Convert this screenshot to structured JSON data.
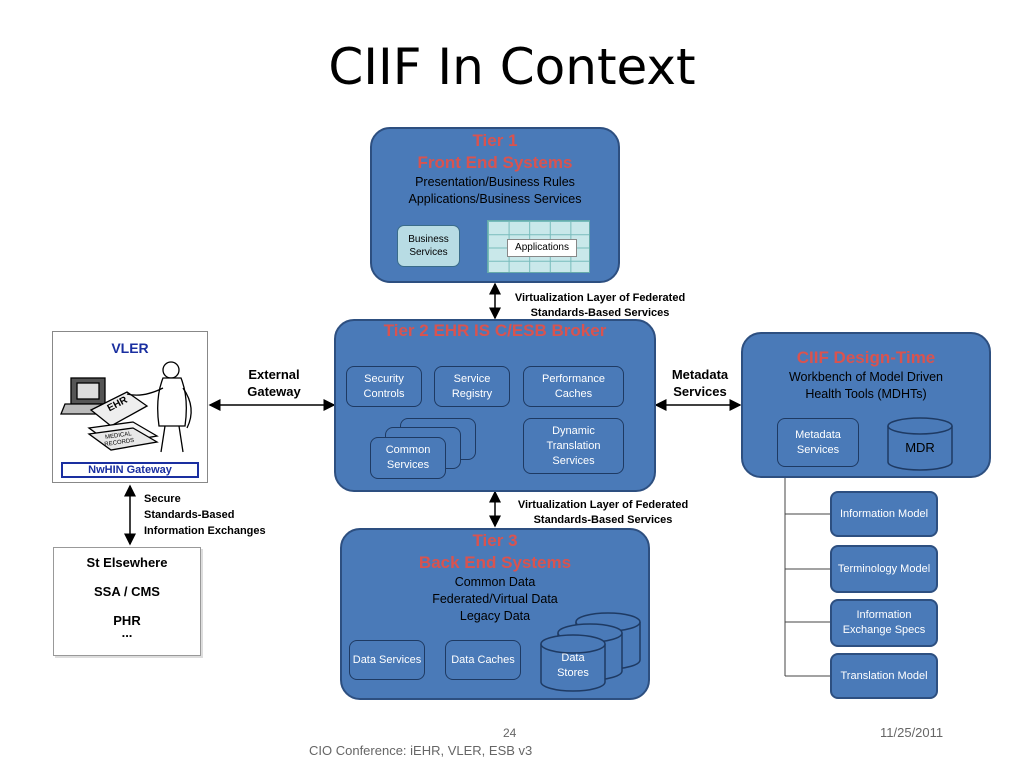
{
  "title": "CIIF In Context",
  "tier1": {
    "heading1": "Tier 1",
    "heading2": "Front End Systems",
    "line1": "Presentation/Business Rules",
    "line2": "Applications/Business Services",
    "business_services": "Business Services",
    "applications": "Applications"
  },
  "virt_top": {
    "line1": "Virtualization Layer of Federated",
    "line2": "Standards-Based Services"
  },
  "tier2": {
    "heading": "Tier 2 EHR IS C/ESB Broker",
    "security_controls": "Security Controls",
    "service_registry": "Service Registry",
    "performance_caches": "Performance Caches",
    "common_services": "Common Services",
    "dynamic_translation": "Dynamic Translation Services"
  },
  "virt_bottom": {
    "line1": "Virtualization Layer of Federated",
    "line2": "Standards-Based Services"
  },
  "tier3": {
    "heading1": "Tier 3",
    "heading2": "Back End Systems",
    "line1": "Common Data",
    "line2": "Federated/Virtual Data",
    "line3": "Legacy Data",
    "data_services": "Data Services",
    "data_caches": "Data Caches",
    "data_stores": "Data Stores"
  },
  "external_gateway": {
    "line1": "External",
    "line2": "Gateway"
  },
  "metadata_services_label": {
    "line1": "Metadata",
    "line2": "Services"
  },
  "design_time": {
    "heading": "CIIF Design-Time",
    "line1": "Workbench of Model Driven",
    "line2": "Health Tools (MDHTs)",
    "metadata_services": "Metadata Services",
    "mdr": "MDR"
  },
  "models": [
    "Information Model",
    "Terminology Model",
    "Information Exchange Specs",
    "Translation Model"
  ],
  "vler": {
    "title": "VLER",
    "ehr": "EHR",
    "records": "MEDICAL RECORDS",
    "gateway": "NwHIN Gateway"
  },
  "secure": {
    "line1": "Secure",
    "line2": "Standards-Based",
    "line3": "Information Exchanges"
  },
  "partners": [
    "St Elsewhere",
    "SSA / CMS",
    "PHR",
    "..."
  ],
  "footer": {
    "page": "24",
    "conference": "CIO Conference: iEHR, VLER, ESB v3",
    "date": "11/25/2011"
  },
  "colors": {
    "box_fill": "#4a7ab8",
    "box_border": "#2d4f80",
    "heading_red": "#d9534f"
  }
}
